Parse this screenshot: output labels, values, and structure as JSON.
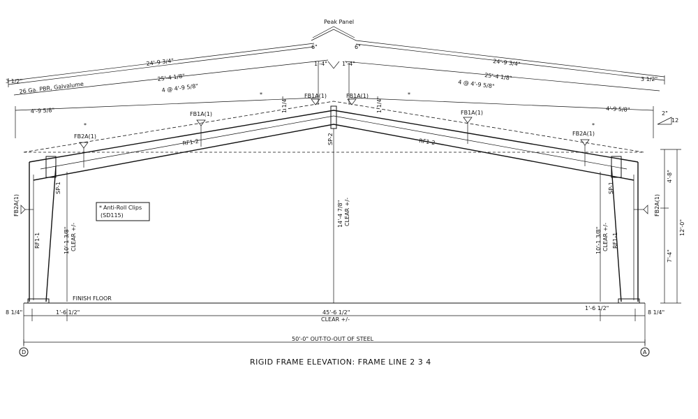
{
  "title": "RIGID FRAME ELEVATION: FRAME LINE 2  3  4",
  "peak_panel": "Peak Panel",
  "roof_panel_note": "26 Ga. PBR, Galvalume",
  "note_box": {
    "line1": "Anti-Roll Clips",
    "line2": "(SD115)"
  },
  "finish_floor": "FINISH FLOOR",
  "slope": {
    "rise": "2\"",
    "run": "12"
  },
  "gridlines": {
    "left": "D",
    "right": "A"
  },
  "dimensions": {
    "left_overhang": "3 1/2\"",
    "right_overhang": "3 1/2\"",
    "left_panel_top": "24'-9 3/4\"",
    "right_panel_top": "24'-9 3/4\"",
    "left_panel_mid": "25'-4 1/8\"",
    "right_panel_mid": "25'-4 1/8\"",
    "left_spacing": "4 @ 4'-9 5/8\"",
    "right_spacing": "4 @ 4'-9 5/8\"",
    "left_end_spacing": "4'-9 5/8\"",
    "right_end_spacing": "4'-9 5/8\"",
    "left_peak_gap": "1'-4\"",
    "right_peak_gap": "1'-4\"",
    "left_peak_lap": "6\"",
    "right_peak_lap": "6\"",
    "purlin_offset_left": "1 1/4\"",
    "purlin_offset_right": "1 1/4\"",
    "left_clear_height": "10'-1 3/8\"",
    "left_clear": "CLEAR +/-",
    "right_clear_height": "10'-1 3/8\"",
    "right_clear": "CLEAR +/-",
    "center_clear_height": "14'-4 7/8\"",
    "center_clear": "CLEAR +/-",
    "right_upper": "4'-8\"",
    "right_lower": "7'-4\"",
    "right_total": "12'-0\"",
    "base_left": "8 1/4\"",
    "base_right": "8 1/4\"",
    "col_left": "1'-6 1/2\"",
    "col_right": "1'-6 1/2\"",
    "clear_span": "45'-6 1/2\"",
    "clear_span_note": "CLEAR +/-",
    "out_to_out": "50'-0\" OUT-TO-OUT OF STEEL"
  },
  "members": {
    "rafter_left": "RF1-2",
    "rafter_right": "RF1-2",
    "column_left": "RF1-1",
    "column_right": "RF1-1",
    "splice_left": "SP-1",
    "splice_right": "SP-1",
    "splice_peak": "SP-2"
  },
  "flange_braces": {
    "fb2a_left_roof": "FB2A(1)",
    "fb1a_left_roof": "FB1A(1)",
    "fb1a_left_peak": "FB1A(1)",
    "fb1a_right_peak": "FB1A(1)",
    "fb1a_right_roof": "FB1A(1)",
    "fb2a_right_roof": "FB2A(1)",
    "fb2a_left_col": "FB2A(1)",
    "fb2a_right_col": "FB2A(1)"
  },
  "anti_roll_mark": "*"
}
